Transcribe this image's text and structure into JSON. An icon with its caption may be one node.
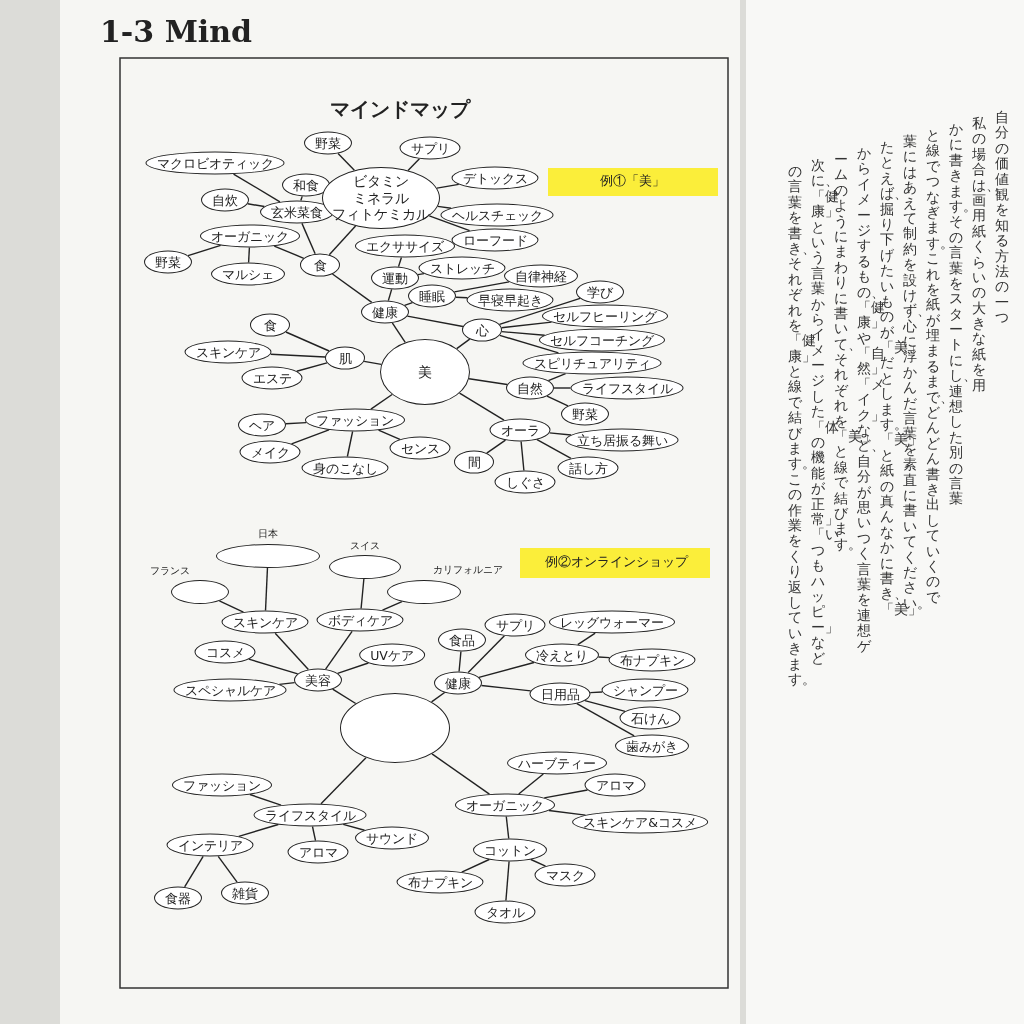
{
  "diagram": {
    "title": "マインドマップ",
    "nodes": [
      {
        "text": [
          "美"
        ]
      },
      {
        "text": [
          "食"
        ]
      },
      {
        "text": [
          "玄米菜食"
        ]
      },
      {
        "text": [
          "マクロビオティック"
        ]
      },
      {
        "text": [
          "和食"
        ]
      },
      {
        "text": [
          "自炊"
        ]
      },
      {
        "text": [
          "オーガニック"
        ]
      },
      {
        "text": [
          "野菜"
        ]
      },
      {
        "text": [
          "マルシェ"
        ]
      },
      {
        "text": [
          "ビタミン",
          "ミネラル",
          "フィトケミカル"
        ]
      },
      {
        "text": [
          "野菜"
        ]
      },
      {
        "text": [
          "サプリ"
        ]
      },
      {
        "text": [
          "デトックス"
        ]
      },
      {
        "text": [
          "ヘルスチェック"
        ]
      },
      {
        "text": [
          "ローフード"
        ]
      },
      {
        "text": [
          "健康"
        ]
      },
      {
        "text": [
          "運動"
        ]
      },
      {
        "text": [
          "エクササイズ"
        ]
      },
      {
        "text": [
          "ストレッチ"
        ]
      },
      {
        "text": [
          "睡眠"
        ]
      },
      {
        "text": [
          "自律神経"
        ]
      },
      {
        "text": [
          "早寝早起き"
        ]
      },
      {
        "text": [
          "心"
        ]
      },
      {
        "text": [
          "学び"
        ]
      },
      {
        "text": [
          "セルフヒーリング"
        ]
      },
      {
        "text": [
          "セルフコーチング"
        ]
      },
      {
        "text": [
          "スピリチュアリティ"
        ]
      },
      {
        "text": [
          "肌"
        ]
      },
      {
        "text": [
          "食"
        ]
      },
      {
        "text": [
          "スキンケア"
        ]
      },
      {
        "text": [
          "エステ"
        ]
      },
      {
        "text": [
          "自然"
        ]
      },
      {
        "text": [
          "ライフスタイル"
        ]
      },
      {
        "text": [
          "野菜"
        ]
      },
      {
        "text": [
          "ファッション"
        ]
      },
      {
        "text": [
          "ヘア"
        ]
      },
      {
        "text": [
          "メイク"
        ]
      },
      {
        "text": [
          "身のこなし"
        ]
      },
      {
        "text": [
          "センス"
        ]
      },
      {
        "text": [
          "オーラ"
        ]
      },
      {
        "text": [
          "間"
        ]
      },
      {
        "text": [
          "しぐさ"
        ]
      },
      {
        "text": [
          "話し方"
        ]
      },
      {
        "text": [
          "立ち居振る舞い"
        ]
      },
      {
        "text": [],
        "shape": "ellipse"
      },
      {
        "text": [
          "美容"
        ]
      },
      {
        "text": [
          "スキンケア"
        ]
      },
      {
        "text": [],
        "shape": "ellipse",
        "beside": [
          "フランス"
        ]
      },
      {
        "text": [],
        "shape": "ellipse",
        "beside": [
          "日本"
        ]
      },
      {
        "text": [
          "ボディケア"
        ]
      },
      {
        "text": [],
        "shape": "ellipse",
        "beside": [
          "スイス"
        ]
      },
      {
        "text": [],
        "shape": "ellipse",
        "beside": [
          "カリフォルニア"
        ]
      },
      {
        "text": [
          "コスメ"
        ]
      },
      {
        "text": [
          "スペシャルケア"
        ]
      },
      {
        "text": [
          "UVケア"
        ]
      },
      {
        "text": [
          "健康"
        ]
      },
      {
        "text": [
          "食品"
        ]
      },
      {
        "text": [
          "サプリ"
        ]
      },
      {
        "text": [
          "冷えとり"
        ]
      },
      {
        "text": [
          "レッグウォーマー"
        ]
      },
      {
        "text": [
          "布ナプキン"
        ]
      },
      {
        "text": [
          "日用品"
        ]
      },
      {
        "text": [
          "シャンプー"
        ]
      },
      {
        "text": [
          "石けん"
        ]
      },
      {
        "text": [
          "歯みがき"
        ]
      },
      {
        "text": [
          "ライフスタイル"
        ]
      },
      {
        "text": [
          "ファッション"
        ]
      },
      {
        "text": [
          "インテリア"
        ]
      },
      {
        "text": [
          "食器"
        ]
      },
      {
        "text": [
          "雑貨"
        ]
      },
      {
        "text": [
          "アロマ"
        ]
      },
      {
        "text": [
          "サウンド"
        ]
      },
      {
        "text": [
          "オーガニック"
        ]
      },
      {
        "text": [
          "ハーブティー"
        ]
      },
      {
        "text": [
          "アロマ"
        ]
      },
      {
        "text": [
          "スキンケア&コスメ"
        ]
      },
      {
        "text": [
          "コットン"
        ]
      },
      {
        "text": [
          "布ナプキン"
        ]
      },
      {
        "text": [
          "マスク"
        ]
      },
      {
        "text": [
          "タオル"
        ]
      }
    ],
    "edges": [
      {
        "from": 0,
        "to": 15,
        "arrow": "none"
      },
      {
        "from": 0,
        "to": 22,
        "arrow": "none"
      },
      {
        "from": 0,
        "to": 27,
        "arrow": "none"
      },
      {
        "from": 0,
        "to": 31,
        "arrow": "none"
      },
      {
        "from": 0,
        "to": 34,
        "arrow": "none"
      },
      {
        "from": 0,
        "to": 39,
        "arrow": "none"
      },
      {
        "from": 15,
        "to": 1,
        "arrow": "none"
      },
      {
        "from": 15,
        "to": 16,
        "arrow": "none"
      },
      {
        "from": 15,
        "to": 19,
        "arrow": "none"
      },
      {
        "from": 15,
        "to": 22,
        "arrow": "none"
      },
      {
        "from": 1,
        "to": 2,
        "arrow": "none"
      },
      {
        "from": 1,
        "to": 6,
        "arrow": "none"
      },
      {
        "from": 1,
        "to": 9,
        "arrow": "none"
      },
      {
        "from": 2,
        "to": 3,
        "arrow": "none"
      },
      {
        "from": 2,
        "to": 4,
        "arrow": "none"
      },
      {
        "from": 2,
        "to": 5,
        "arrow": "none"
      },
      {
        "from": 6,
        "to": 7,
        "arrow": "none"
      },
      {
        "from": 6,
        "to": 8,
        "arrow": "none"
      },
      {
        "from": 9,
        "to": 10,
        "arrow": "none"
      },
      {
        "from": 9,
        "to": 11,
        "arrow": "none"
      },
      {
        "from": 9,
        "to": 12,
        "arrow": "none"
      },
      {
        "from": 9,
        "to": 13,
        "arrow": "none"
      },
      {
        "from": 9,
        "to": 14,
        "arrow": "none"
      },
      {
        "from": 16,
        "to": 17,
        "arrow": "none"
      },
      {
        "from": 16,
        "to": 18,
        "arrow": "none"
      },
      {
        "from": 19,
        "to": 20,
        "arrow": "none"
      },
      {
        "from": 19,
        "to": 21,
        "arrow": "none"
      },
      {
        "from": 22,
        "to": 23,
        "arrow": "none"
      },
      {
        "from": 22,
        "to": 24,
        "arrow": "none"
      },
      {
        "from": 22,
        "to": 25,
        "arrow": "none"
      },
      {
        "from": 22,
        "to": 26,
        "arrow": "none"
      },
      {
        "from": 31,
        "to": 26,
        "arrow": "none"
      },
      {
        "from": 31,
        "to": 32,
        "arrow": "none"
      },
      {
        "from": 31,
        "to": 33,
        "arrow": "none"
      },
      {
        "from": 27,
        "to": 28,
        "arrow": "none"
      },
      {
        "from": 27,
        "to": 29,
        "arrow": "none"
      },
      {
        "from": 27,
        "to": 30,
        "arrow": "none"
      },
      {
        "from": 34,
        "to": 35,
        "arrow": "none"
      },
      {
        "from": 34,
        "to": 36,
        "arrow": "none"
      },
      {
        "from": 34,
        "to": 37,
        "arrow": "none"
      },
      {
        "from": 34,
        "to": 38,
        "arrow": "none"
      },
      {
        "from": 39,
        "to": 40,
        "arrow": "none"
      },
      {
        "from": 39,
        "to": 41,
        "arrow": "none"
      },
      {
        "from": 39,
        "to": 42,
        "arrow": "none"
      },
      {
        "from": 39,
        "to": 43,
        "arrow": "none"
      },
      {
        "from": 44,
        "to": 45,
        "arrow": "none"
      },
      {
        "from": 44,
        "to": 55,
        "arrow": "none"
      },
      {
        "from": 44,
        "to": 65,
        "arrow": "none"
      },
      {
        "from": 44,
        "to": 72,
        "arrow": "none"
      },
      {
        "from": 45,
        "to": 46,
        "arrow": "none"
      },
      {
        "from": 45,
        "to": 49,
        "arrow": "none"
      },
      {
        "from": 45,
        "to": 52,
        "arrow": "none"
      },
      {
        "from": 45,
        "to": 53,
        "arrow": "none"
      },
      {
        "from": 45,
        "to": 54,
        "arrow": "none"
      },
      {
        "from": 46,
        "to": 47,
        "arrow": "none"
      },
      {
        "from": 46,
        "to": 48,
        "arrow": "none"
      },
      {
        "from": 49,
        "to": 50,
        "arrow": "none"
      },
      {
        "from": 49,
        "to": 51,
        "arrow": "none"
      },
      {
        "from": 55,
        "to": 56,
        "arrow": "none"
      },
      {
        "from": 55,
        "to": 57,
        "arrow": "none"
      },
      {
        "from": 55,
        "to": 58,
        "arrow": "none"
      },
      {
        "from": 55,
        "to": 61,
        "arrow": "none"
      },
      {
        "from": 58,
        "to": 59,
        "arrow": "none"
      },
      {
        "from": 58,
        "to": 60,
        "arrow": "none"
      },
      {
        "from": 61,
        "to": 62,
        "arrow": "none"
      },
      {
        "from": 61,
        "to": 63,
        "arrow": "none"
      },
      {
        "from": 61,
        "to": 64,
        "arrow": "none"
      },
      {
        "from": 65,
        "to": 66,
        "arrow": "none"
      },
      {
        "from": 65,
        "to": 67,
        "arrow": "none"
      },
      {
        "from": 65,
        "to": 70,
        "arrow": "none"
      },
      {
        "from": 65,
        "to": 71,
        "arrow": "none"
      },
      {
        "from": 67,
        "to": 68,
        "arrow": "none"
      },
      {
        "from": 67,
        "to": 69,
        "arrow": "none"
      },
      {
        "from": 72,
        "to": 73,
        "arrow": "none"
      },
      {
        "from": 72,
        "to": 74,
        "arrow": "none"
      },
      {
        "from": 72,
        "to": 75,
        "arrow": "none"
      },
      {
        "from": 72,
        "to": 76,
        "arrow": "none"
      },
      {
        "from": 76,
        "to": 77,
        "arrow": "none"
      },
      {
        "from": 76,
        "to": 78,
        "arrow": "none"
      },
      {
        "from": 76,
        "to": 79,
        "arrow": "none"
      }
    ],
    "labels": [
      "1-3 Mind",
      "例①「美」",
      "例②オンラインショップ",
      "自分の価値観を知る方法の一つ",
      "私の場合は、画用紙くらいの大きな紙を用",
      "かに書きます。その言葉をスタートにし、連想した別の言葉",
      "と線でつなぎます。これを紙が埋まるまで、どんどん書き出していくので",
      "葉にはあえて制約を設けず、心に浮かんだ言葉を素直に書いてください。",
      "たとえば、掘り下げたいものが「美」だとします。「美」と紙の真んなかに書き、「美」",
      "からイメージするもの、「健康」や「自然」「メイク」など、自分が思いつく言葉を連想ゲ",
      "ームのようにまわりに書いて、それぞれを「美」と線で結びます。",
      "次に、「健康」という言葉からイメージした「体の機能が正常」「いつもハッピー」など",
      "の言葉を書き、それぞれを「健康」と線で結びます。この作業をくり返していきます。"
    ]
  }
}
